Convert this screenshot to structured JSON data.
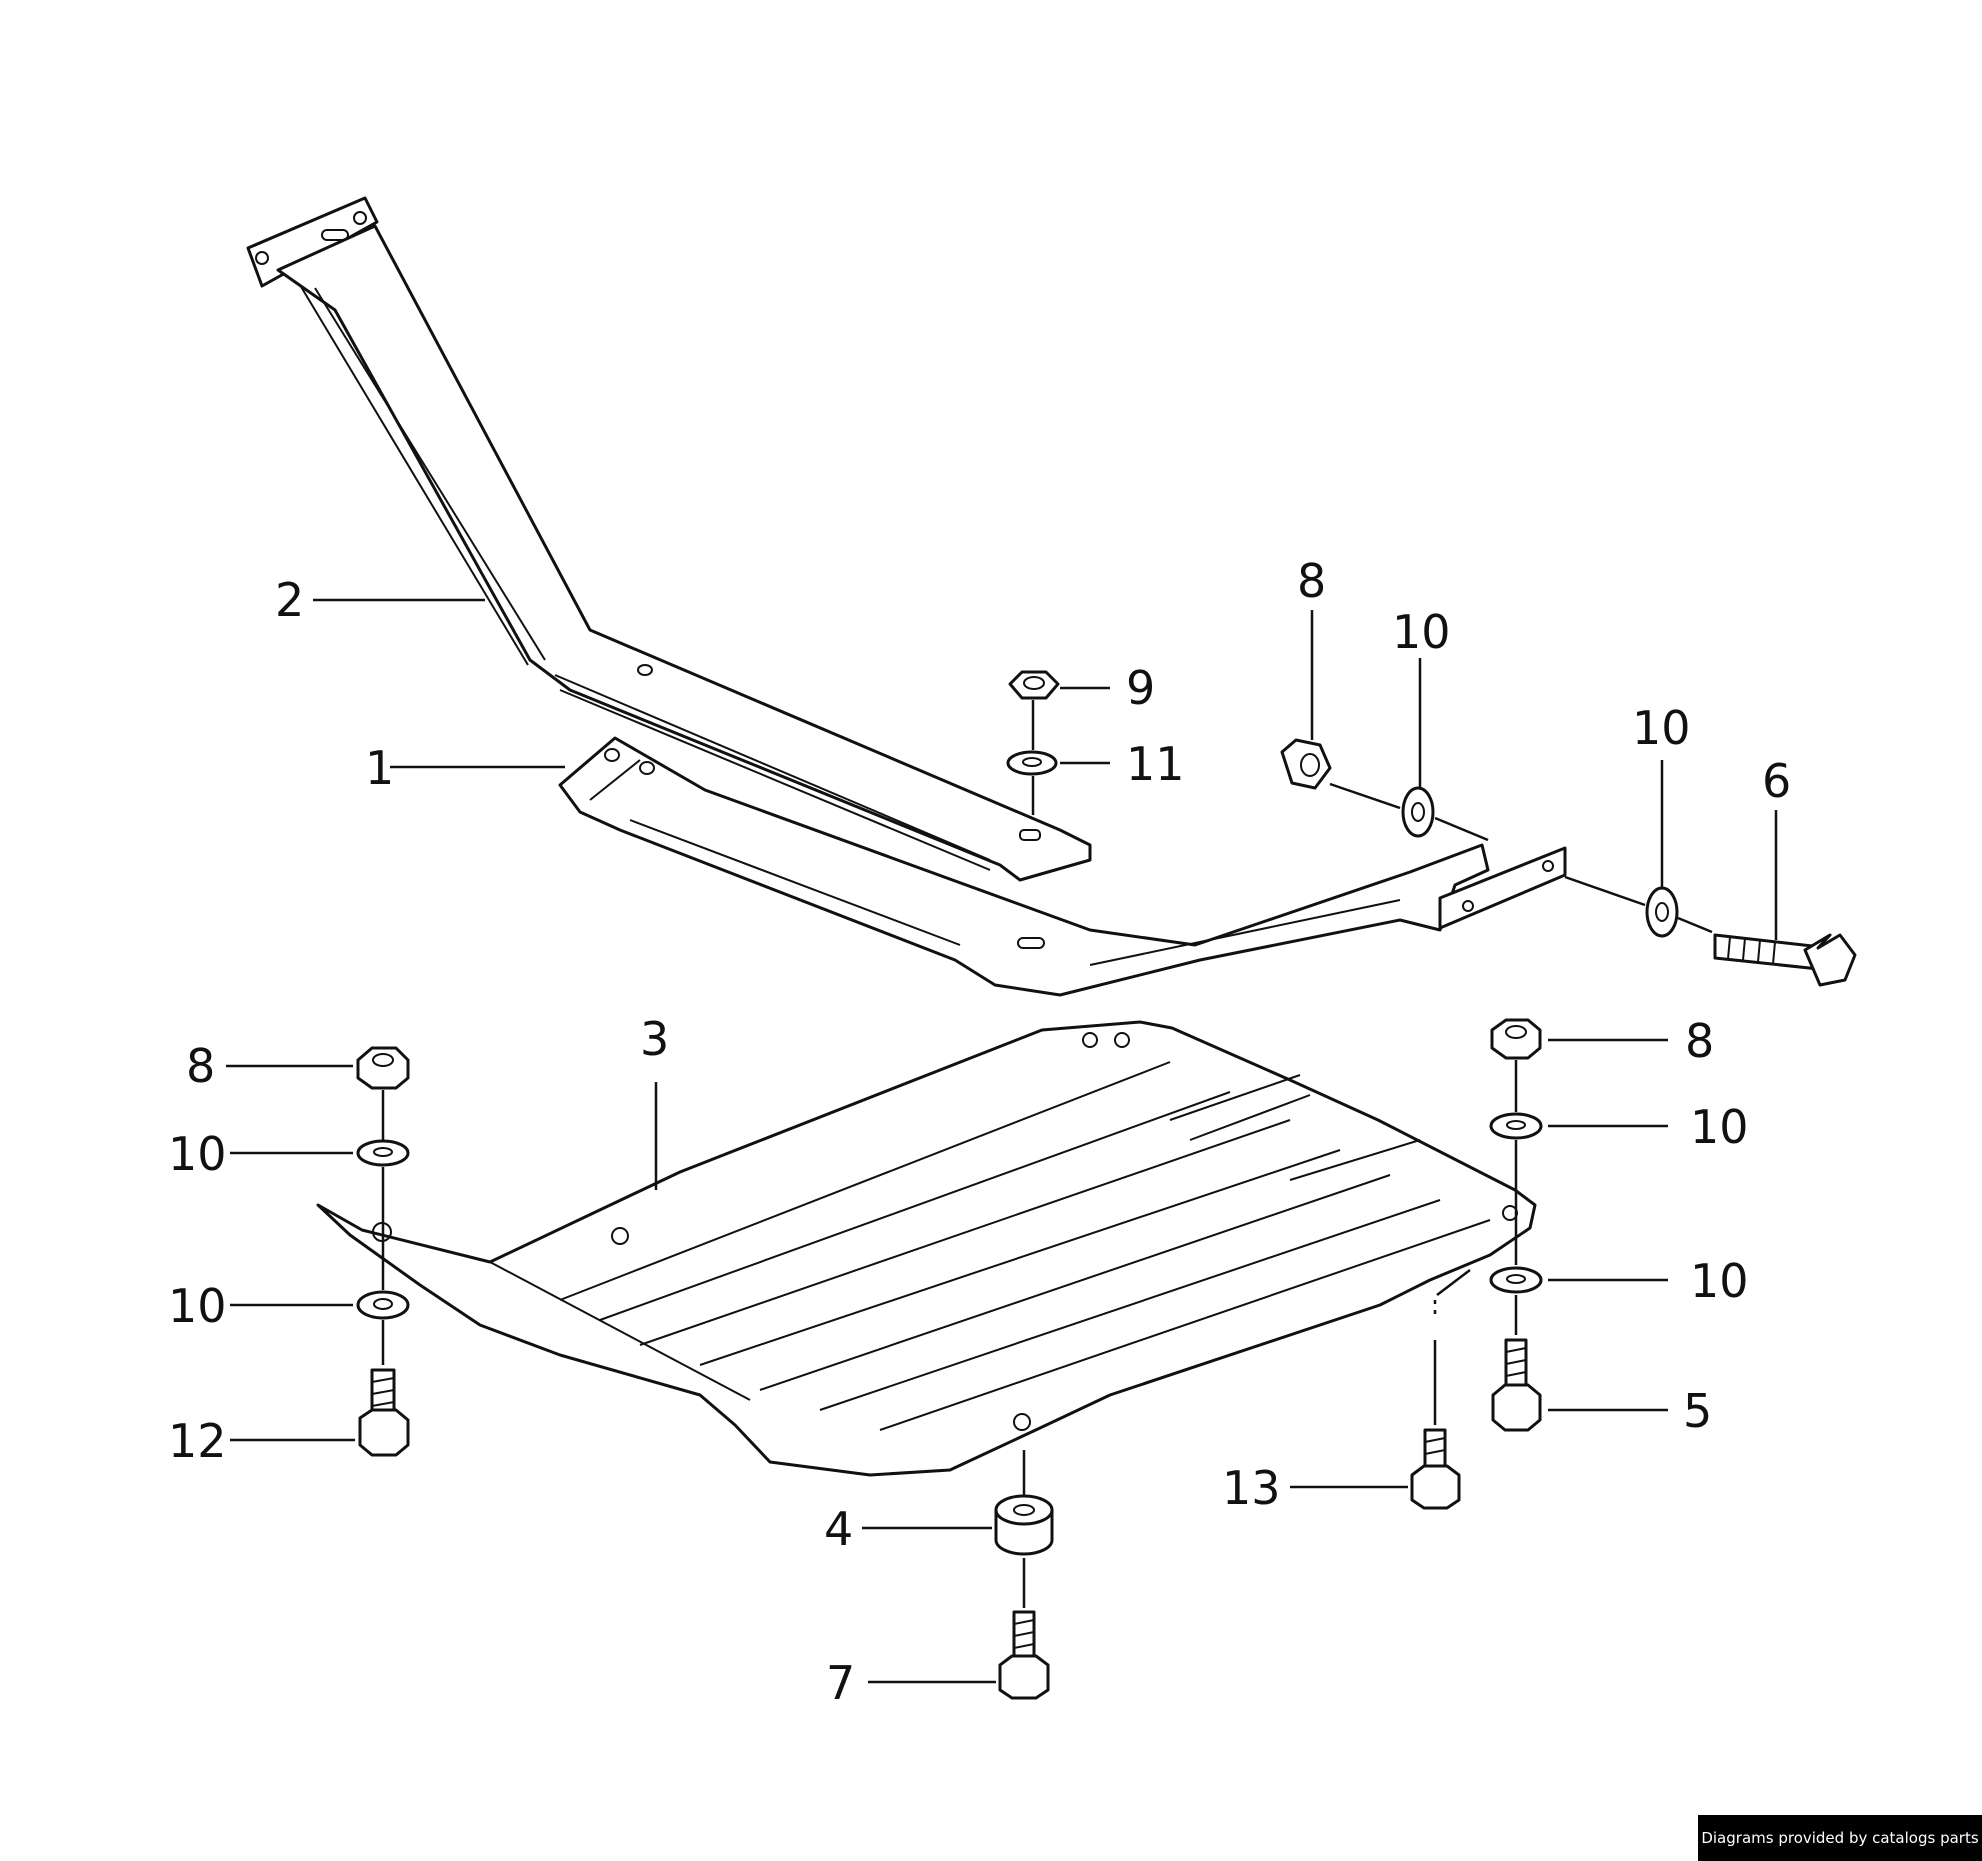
{
  "callouts": {
    "c1": "1",
    "c2": "2",
    "c3": "3",
    "c4": "4",
    "c5": "5",
    "c6": "6",
    "c7": "7",
    "c8a": "8",
    "c8b": "8",
    "c8c": "8",
    "c9": "9",
    "c10a": "10",
    "c10b": "10",
    "c10c": "10",
    "c10d": "10",
    "c10e": "10",
    "c10f": "10",
    "c11": "11",
    "c12": "12",
    "c13": "13"
  },
  "credit": "Diagrams provided by catalogs parts"
}
